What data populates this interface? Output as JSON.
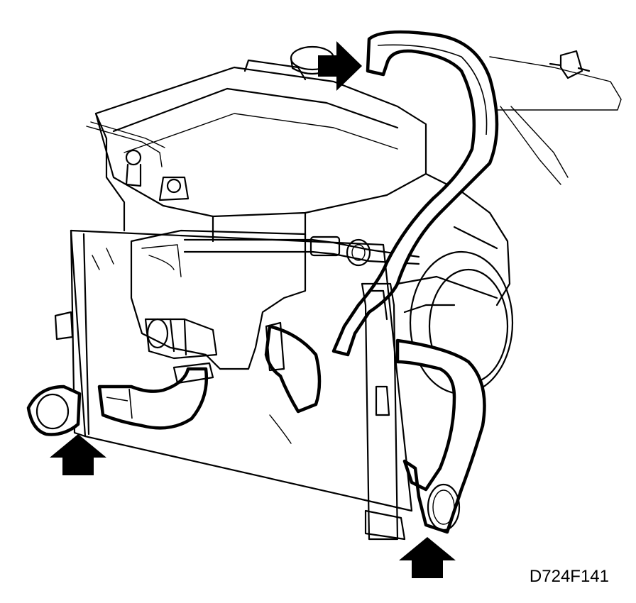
{
  "figure": {
    "code": "D724F141",
    "arrows": [
      {
        "name": "top-arrow",
        "direction": "right"
      },
      {
        "name": "left-bottom-arrow",
        "direction": "up"
      },
      {
        "name": "right-bottom-arrow",
        "direction": "up"
      }
    ]
  }
}
